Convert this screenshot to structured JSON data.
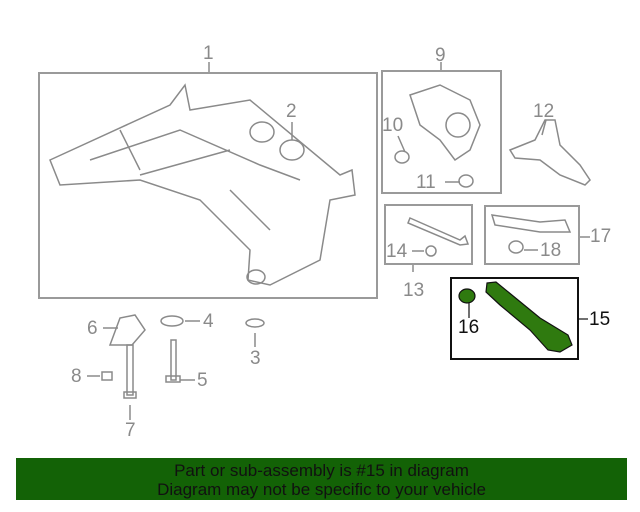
{
  "diagram": {
    "callouts": {
      "c1": "1",
      "c2": "2",
      "c3": "3",
      "c4": "4",
      "c5": "5",
      "c6": "6",
      "c7": "7",
      "c8": "8",
      "c9": "9",
      "c10": "10",
      "c11": "11",
      "c12": "12",
      "c13": "13",
      "c14": "14",
      "c15": "15",
      "c16": "16",
      "c17": "17",
      "c18": "18"
    },
    "highlight_color": "#2f7a0f"
  },
  "banner": {
    "line1": "Part or sub-assembly is #15 in diagram",
    "line2": "Diagram may not be specific to your vehicle",
    "color": "#136206"
  }
}
